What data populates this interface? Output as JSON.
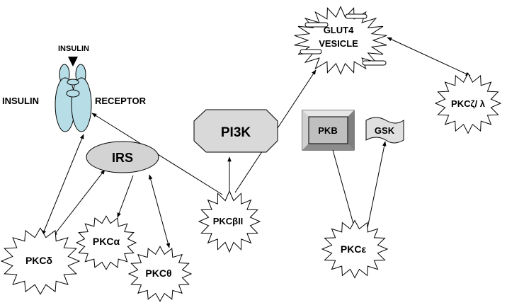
{
  "nodes": {
    "insulin_top": "INSULIN",
    "insulin_left": "INSULIN",
    "receptor": "RECEPTOR",
    "irs": "IRS",
    "pi3k": "PI3K",
    "pkb": "PKB",
    "gsk": "GSK",
    "glut4_line1": "GLUT4",
    "glut4_line2": "VESICLE",
    "pkc_delta": "PKCδ",
    "pkc_alpha": "PKCα",
    "pkc_theta": "PKCθ",
    "pkc_beta": "PKCβII",
    "pkc_epsilon": "PKCε",
    "pkc_zeta": "PKCζ/ λ"
  },
  "colors": {
    "receptor_fill": "#b7dde6",
    "irs_fill": "#d3d3d3",
    "pi3k_fill": "#d9d9d9",
    "pkb_fill": "#bfbfbf",
    "gsk_fill": "#e0e0e0",
    "stroke": "#000000"
  },
  "icons": {
    "receptor": "insulin-receptor-icon",
    "ligand": "insulin-ligand-icon"
  }
}
